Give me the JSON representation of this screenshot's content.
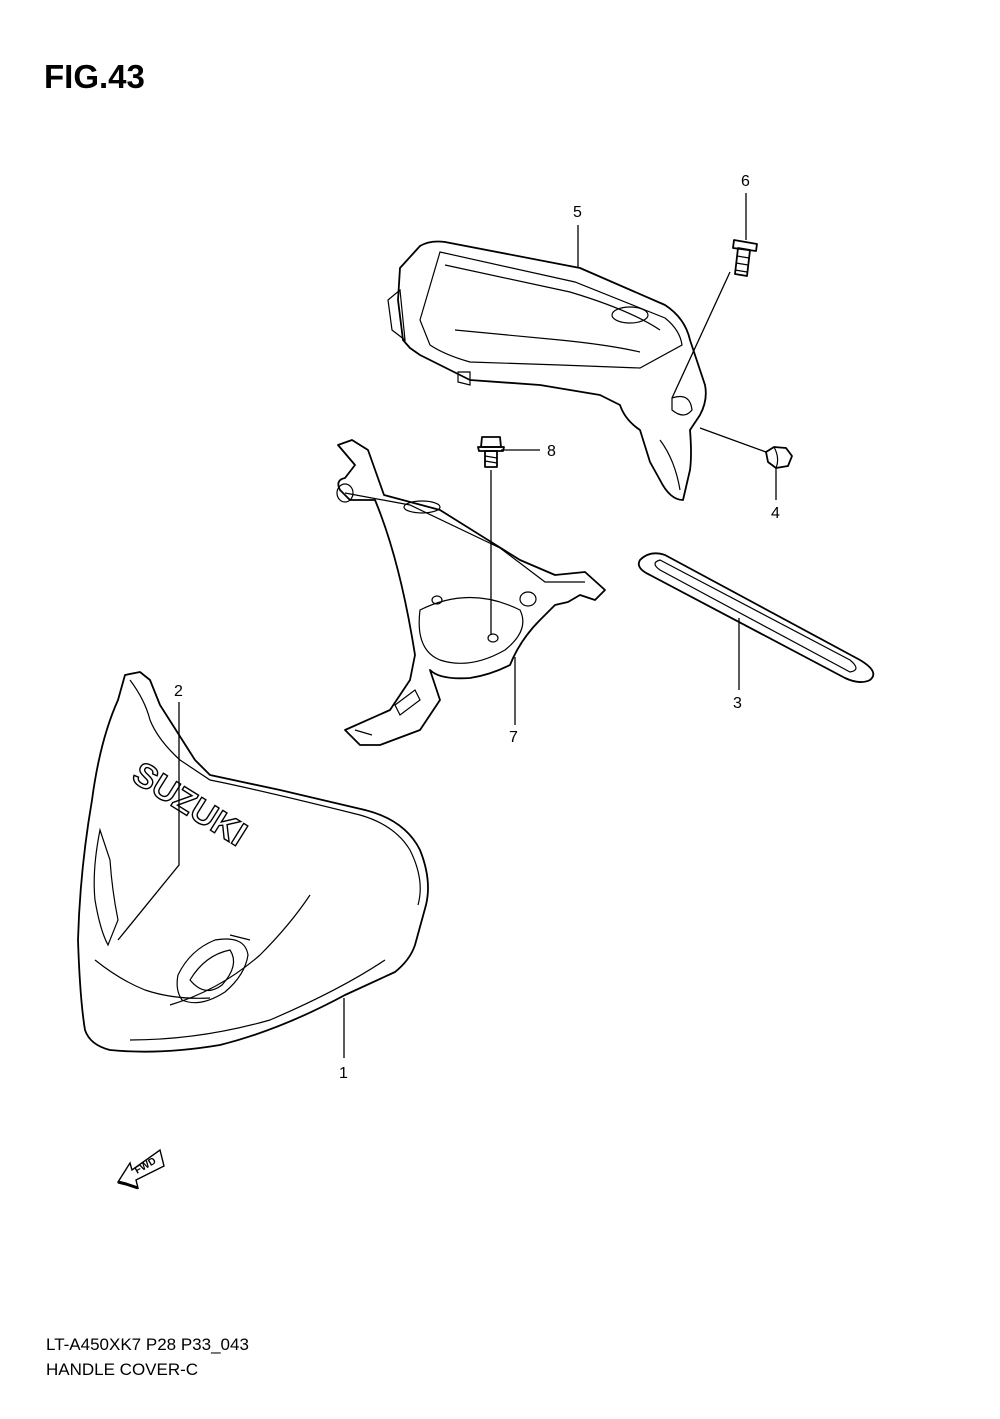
{
  "figure": {
    "title": "FIG.43",
    "footer_code": "LT-A450XK7 P28 P33_043",
    "footer_name": "HANDLE COVER-C"
  },
  "callouts": [
    {
      "id": "1",
      "label": "1"
    },
    {
      "id": "2",
      "label": "2"
    },
    {
      "id": "3",
      "label": "3"
    },
    {
      "id": "4",
      "label": "4"
    },
    {
      "id": "5",
      "label": "5"
    },
    {
      "id": "6",
      "label": "6"
    },
    {
      "id": "7",
      "label": "7"
    },
    {
      "id": "8",
      "label": "8"
    }
  ],
  "logo_text": "SUZUKI",
  "fwd_marker": {
    "label": "FWD",
    "icon": "forward-arrow-icon"
  }
}
